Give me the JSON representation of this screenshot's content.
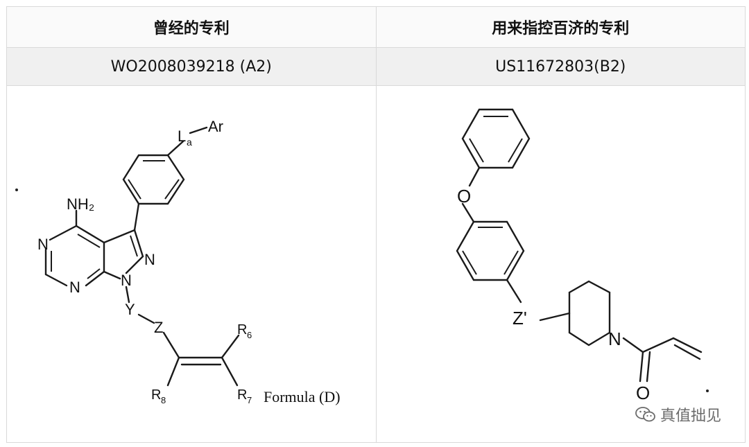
{
  "table": {
    "headers": [
      "曾经的专利",
      "用来指控百济的专利"
    ],
    "patent_numbers": [
      "WO2008039218 (A2)",
      "US11672803(B2)"
    ]
  },
  "left_structure": {
    "labels": {
      "La": "L",
      "La_sub": "a",
      "Ar": "Ar",
      "nh2": "NH₂",
      "n1": "N",
      "n2": "N",
      "n3": "N",
      "n4": "N",
      "y": "Y",
      "z": "Z",
      "r6": "R",
      "r6_sub": "6",
      "r7": "R",
      "r7_sub": "7",
      "r8": "R",
      "r8_sub": "8",
      "formula": "Formula (D)"
    }
  },
  "right_structure": {
    "labels": {
      "o": "O",
      "z": "Z'",
      "n": "N",
      "o2": "O"
    }
  },
  "watermark": {
    "text": "真值拙见",
    "icon": "wechat-icon"
  },
  "colors": {
    "border": "#d9d9d9",
    "id_row_bg": "#f0f0f0",
    "watermark": "#6b6b6b"
  }
}
